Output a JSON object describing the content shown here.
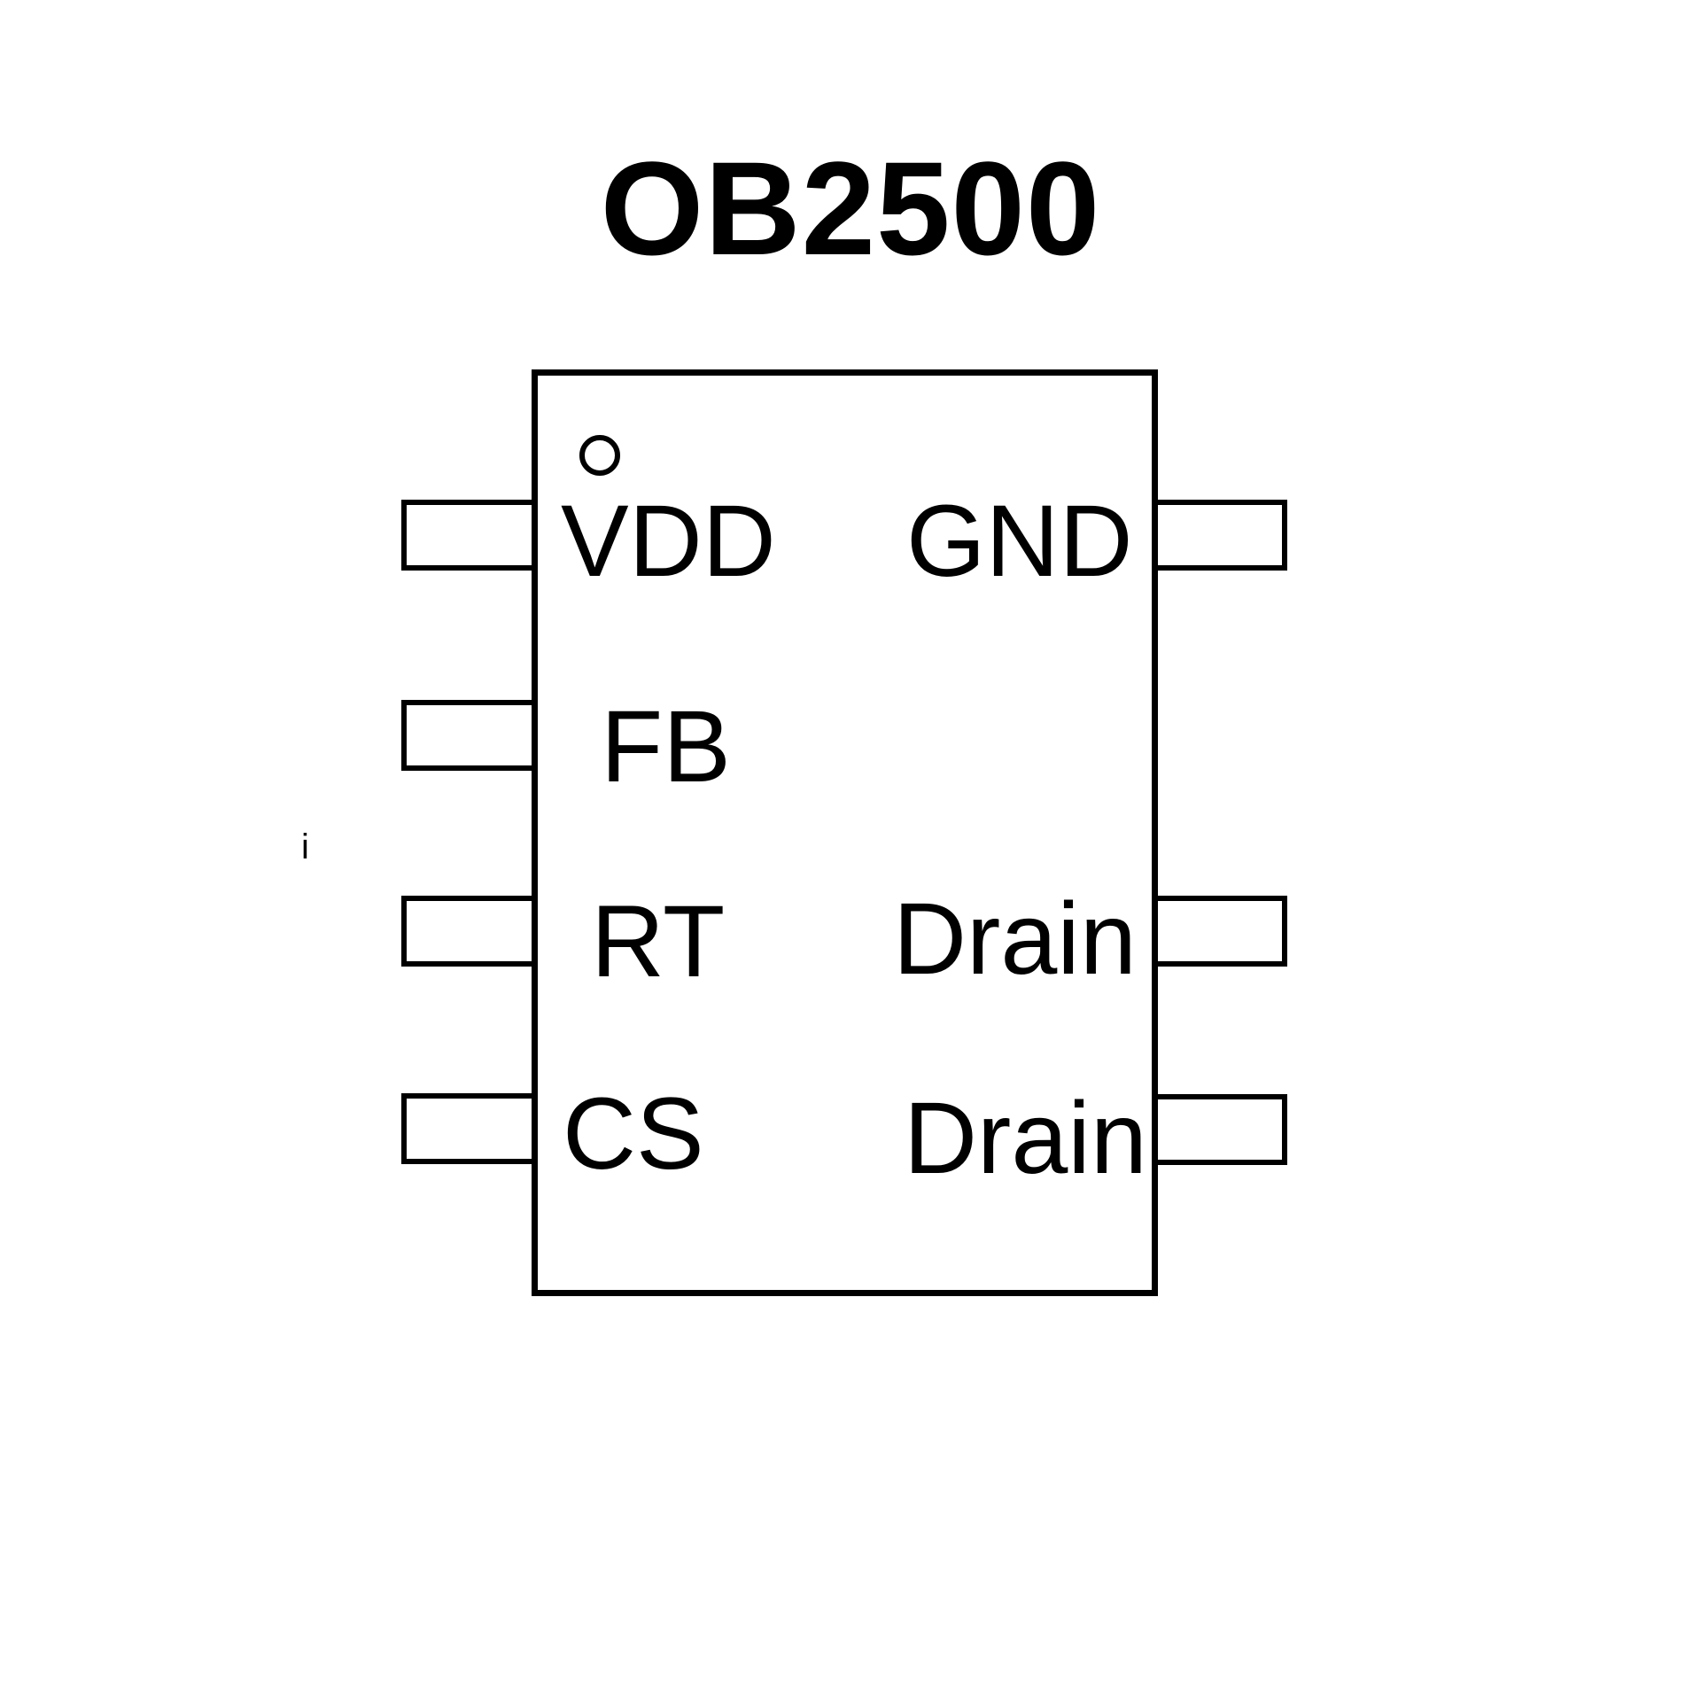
{
  "title": "OB2500",
  "colors": {
    "line": "#000000",
    "background": "#ffffff"
  },
  "chip": {
    "left_pins": [
      {
        "label": "VDD"
      },
      {
        "label": "FB"
      },
      {
        "label": "RT"
      },
      {
        "label": "CS"
      }
    ],
    "right_pins": [
      {
        "label": "GND"
      },
      {
        "label": "Drain"
      },
      {
        "label": "Drain"
      }
    ],
    "pin1_indicator": "circle"
  },
  "artifact_text": "i"
}
